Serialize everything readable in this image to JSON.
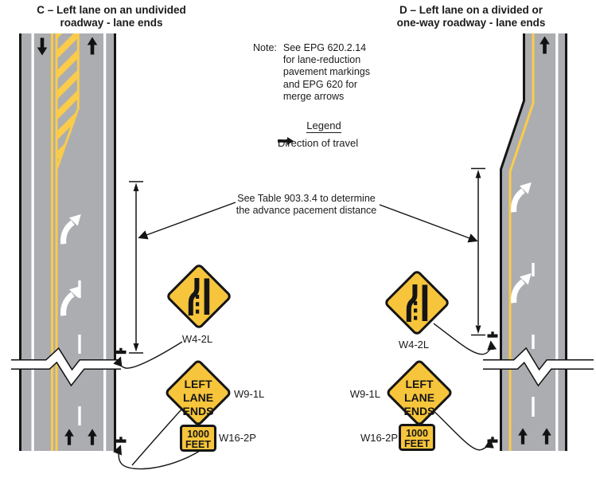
{
  "figure": {
    "panel_c_title_line1": "C – Left lane on an undivided",
    "panel_c_title_line2": "roadway - lane ends",
    "panel_d_title_line1": "D – Left lane on a divided or",
    "panel_d_title_line2": "one-way roadway - lane ends"
  },
  "note": {
    "label": "Note:",
    "lines": [
      "See EPG 620.2.14",
      "for lane-reduction",
      "pavement markings",
      "and EPG 620 for",
      "merge arrows"
    ]
  },
  "legend": {
    "title": "Legend",
    "items": [
      {
        "symbol": "right-arrow",
        "label": "Direction of travel"
      }
    ]
  },
  "annotation": {
    "line1": "See Table 903.3.4 to determine",
    "line2": "the advance pacement distance"
  },
  "signs": {
    "w4_2l": {
      "label": "W4-2L"
    },
    "w9_1l": {
      "label": "W9-1L",
      "face_lines": [
        "LEFT",
        "LANE",
        "ENDS"
      ]
    },
    "w16_2p": {
      "label": "W16-2P",
      "face_lines": [
        "1000",
        "FEET"
      ]
    }
  },
  "colors": {
    "sign_yellow": "#F7C53C",
    "road_gray": "#ABADB0",
    "marking_yellow": "#FBCB4A",
    "ink": "#1B1B1B"
  }
}
